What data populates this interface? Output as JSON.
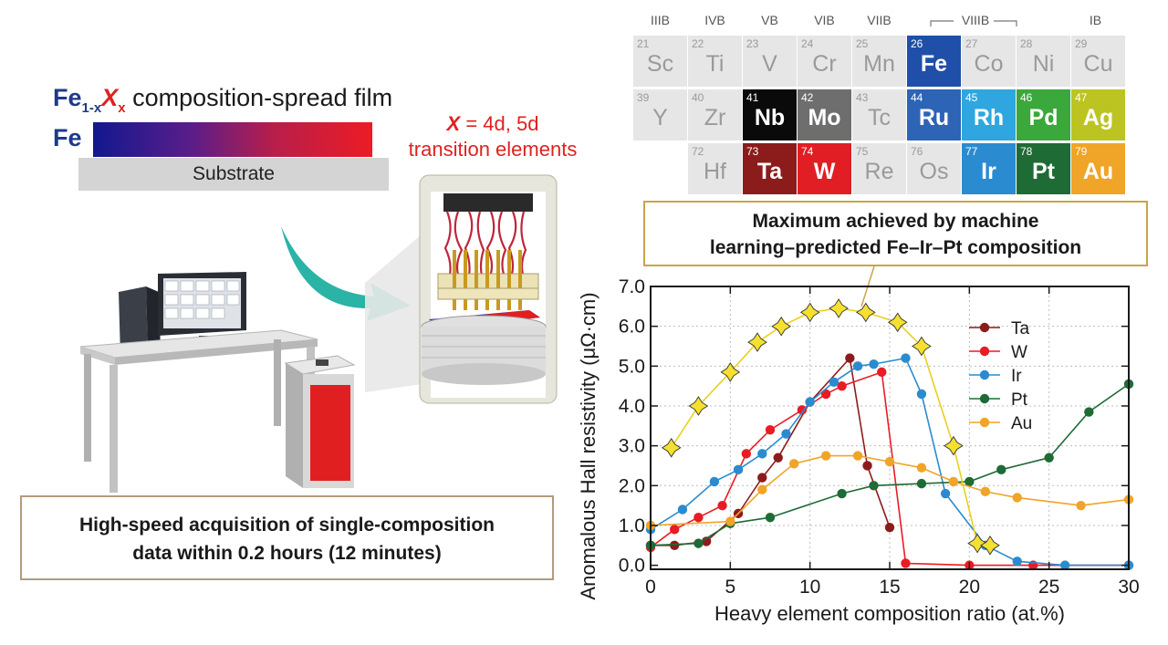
{
  "film": {
    "fe": "Fe",
    "sub_prefix": "1-x",
    "x": "X",
    "x_sub": "x",
    "title_rest": " composition-spread film",
    "fe_label": "Fe",
    "substrate": "Substrate"
  },
  "x_label": {
    "x": "X",
    "line1_rest": " = 4d, 5d",
    "line2": "transition elements"
  },
  "periodic_table": {
    "groups": [
      "IIIB",
      "IVB",
      "VB",
      "VIB",
      "VIIB",
      "VIIIB",
      "IB"
    ],
    "rows": [
      [
        {
          "num": "21",
          "sym": "Sc",
          "color": ""
        },
        {
          "num": "22",
          "sym": "Ti",
          "color": ""
        },
        {
          "num": "23",
          "sym": "V",
          "color": ""
        },
        {
          "num": "24",
          "sym": "Cr",
          "color": ""
        },
        {
          "num": "25",
          "sym": "Mn",
          "color": ""
        },
        {
          "num": "26",
          "sym": "Fe",
          "color": "#1f4fa8"
        },
        {
          "num": "27",
          "sym": "Co",
          "color": ""
        },
        {
          "num": "28",
          "sym": "Ni",
          "color": ""
        },
        {
          "num": "29",
          "sym": "Cu",
          "color": ""
        }
      ],
      [
        {
          "num": "39",
          "sym": "Y",
          "color": ""
        },
        {
          "num": "40",
          "sym": "Zr",
          "color": ""
        },
        {
          "num": "41",
          "sym": "Nb",
          "color": "#0a0a0a"
        },
        {
          "num": "42",
          "sym": "Mo",
          "color": "#6e6e6e"
        },
        {
          "num": "43",
          "sym": "Tc",
          "color": ""
        },
        {
          "num": "44",
          "sym": "Ru",
          "color": "#2d64b6"
        },
        {
          "num": "45",
          "sym": "Rh",
          "color": "#2fa6e0"
        },
        {
          "num": "46",
          "sym": "Pd",
          "color": "#3aa83a"
        },
        {
          "num": "47",
          "sym": "Ag",
          "color": "#bcc422"
        }
      ],
      [
        {
          "num": "",
          "sym": "",
          "color": "none"
        },
        {
          "num": "72",
          "sym": "Hf",
          "color": ""
        },
        {
          "num": "73",
          "sym": "Ta",
          "color": "#8c1c1c"
        },
        {
          "num": "74",
          "sym": "W",
          "color": "#e01e24"
        },
        {
          "num": "75",
          "sym": "Re",
          "color": ""
        },
        {
          "num": "76",
          "sym": "Os",
          "color": ""
        },
        {
          "num": "77",
          "sym": "Ir",
          "color": "#2a8bd0"
        },
        {
          "num": "78",
          "sym": "Pt",
          "color": "#1e6b36"
        },
        {
          "num": "79",
          "sym": "Au",
          "color": "#f0a428"
        }
      ]
    ]
  },
  "callouts": {
    "ml_line1": "Maximum achieved by machine",
    "ml_line2": "learning–predicted Fe–Ir–Pt composition",
    "speed_line1": "High-speed acquisition of single-composition",
    "speed_line2": "data within 0.2 hours (12 minutes)"
  },
  "chart_data": {
    "type": "line",
    "xlabel": "Heavy element composition ratio (at.%)",
    "ylabel": "Anomalous Hall resistivity (μΩ·cm)",
    "xlim": [
      0,
      30
    ],
    "ylim": [
      -0.1,
      7.0
    ],
    "x_ticks": [
      "0",
      "5",
      "10",
      "15",
      "20",
      "25",
      "30"
    ],
    "y_ticks": [
      "0.0",
      "1.0",
      "2.0",
      "3.0",
      "4.0",
      "5.0",
      "6.0",
      "7.0"
    ],
    "legend_position": "top-right",
    "series": [
      {
        "name": "Ta",
        "color": "#8c1c1c",
        "points": [
          [
            0,
            0.5
          ],
          [
            1.5,
            0.5
          ],
          [
            3.5,
            0.6
          ],
          [
            5.5,
            1.3
          ],
          [
            7,
            2.2
          ],
          [
            8,
            2.7
          ],
          [
            10,
            4.1
          ],
          [
            12.5,
            5.2
          ],
          [
            13.6,
            2.5
          ],
          [
            15,
            0.95
          ]
        ]
      },
      {
        "name": "W",
        "color": "#e81c24",
        "points": [
          [
            0,
            0.45
          ],
          [
            1.5,
            0.9
          ],
          [
            3,
            1.2
          ],
          [
            4.5,
            1.5
          ],
          [
            6,
            2.8
          ],
          [
            7.5,
            3.4
          ],
          [
            9.5,
            3.9
          ],
          [
            11,
            4.3
          ],
          [
            12,
            4.5
          ],
          [
            14.5,
            4.85
          ],
          [
            16,
            0.05
          ],
          [
            20,
            0.0
          ],
          [
            24,
            0.0
          ],
          [
            30,
            0.0
          ]
        ]
      },
      {
        "name": "Ir",
        "color": "#2a8bd0",
        "points": [
          [
            0,
            0.9
          ],
          [
            2,
            1.4
          ],
          [
            4,
            2.1
          ],
          [
            5.5,
            2.4
          ],
          [
            7,
            2.8
          ],
          [
            8.5,
            3.3
          ],
          [
            10,
            4.1
          ],
          [
            11.5,
            4.6
          ],
          [
            13,
            5.0
          ],
          [
            14,
            5.05
          ],
          [
            16,
            5.2
          ],
          [
            17,
            4.3
          ],
          [
            18.5,
            1.8
          ],
          [
            21,
            0.5
          ],
          [
            23,
            0.1
          ],
          [
            26,
            0.0
          ],
          [
            30,
            0.0
          ]
        ]
      },
      {
        "name": "Pt",
        "color": "#1e6b36",
        "points": [
          [
            0,
            0.5
          ],
          [
            3,
            0.55
          ],
          [
            5,
            1.05
          ],
          [
            7.5,
            1.2
          ],
          [
            12,
            1.8
          ],
          [
            14,
            2.0
          ],
          [
            17,
            2.05
          ],
          [
            20,
            2.1
          ],
          [
            22,
            2.4
          ],
          [
            25,
            2.7
          ],
          [
            27.5,
            3.85
          ],
          [
            30,
            4.55
          ]
        ]
      },
      {
        "name": "Au",
        "color": "#f0a428",
        "points": [
          [
            0,
            1.0
          ],
          [
            5,
            1.1
          ],
          [
            7,
            1.9
          ],
          [
            9,
            2.55
          ],
          [
            11,
            2.75
          ],
          [
            13,
            2.75
          ],
          [
            15,
            2.6
          ],
          [
            17,
            2.45
          ],
          [
            19,
            2.1
          ],
          [
            21,
            1.85
          ],
          [
            23,
            1.7
          ],
          [
            27,
            1.5
          ],
          [
            30,
            1.65
          ]
        ]
      },
      {
        "name": "",
        "color": "#e8d020",
        "marker": "star",
        "points": [
          [
            1.3,
            2.95
          ],
          [
            3,
            4.0
          ],
          [
            5,
            4.85
          ],
          [
            6.7,
            5.6
          ],
          [
            8.2,
            6.0
          ],
          [
            10,
            6.35
          ],
          [
            11.8,
            6.45
          ],
          [
            13.5,
            6.35
          ],
          [
            15.5,
            6.1
          ],
          [
            17,
            5.5
          ],
          [
            19,
            3.0
          ],
          [
            20.5,
            0.55
          ],
          [
            21.3,
            0.5
          ]
        ]
      }
    ]
  }
}
